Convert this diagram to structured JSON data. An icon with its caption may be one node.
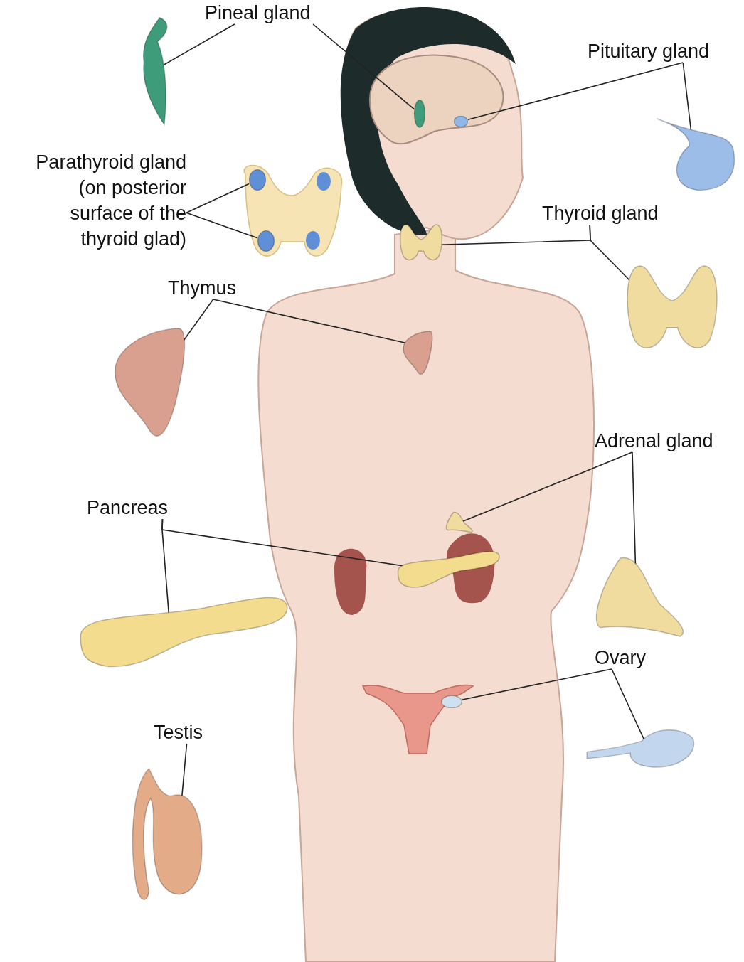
{
  "diagram": {
    "nodes": [
      {
        "text": [
          "Pineal gland"
        ]
      },
      {
        "text": [],
        "shape": "picture"
      },
      {
        "text": [],
        "shape": "circle"
      },
      {
        "text": [
          "Pituitary gland"
        ]
      },
      {
        "text": [],
        "shape": "circle"
      },
      {
        "text": [],
        "shape": "picture"
      },
      {
        "text": [
          "Parathyroid gland (on posterior surface of the thyroid glad)"
        ]
      },
      {
        "text": [],
        "shape": "circle"
      },
      {
        "text": [],
        "shape": "circle"
      },
      {
        "text": [
          "Thyroid gland"
        ]
      },
      {
        "text": [],
        "shape": "picture"
      },
      {
        "text": [],
        "shape": "picture"
      },
      {
        "text": [
          "Thymus"
        ]
      },
      {
        "text": [],
        "shape": "picture"
      },
      {
        "text": [],
        "shape": "picture"
      },
      {
        "text": [
          "Adrenal gland"
        ]
      },
      {
        "text": [],
        "shape": "picture"
      },
      {
        "text": [],
        "shape": "picture"
      },
      {
        "text": [
          "Pancreas"
        ]
      },
      {
        "text": [],
        "shape": "picture"
      },
      {
        "text": [],
        "shape": "picture"
      },
      {
        "text": [
          "Ovary"
        ]
      },
      {
        "text": [],
        "shape": "circle"
      },
      {
        "text": [],
        "shape": "picture"
      },
      {
        "text": [
          "Testis"
        ]
      },
      {
        "text": [],
        "shape": "picture"
      }
    ],
    "edges": [
      {
        "from": 0,
        "to": 1,
        "arrow": "none"
      },
      {
        "from": 0,
        "to": 2,
        "arrow": "none"
      },
      {
        "from": 3,
        "to": 4,
        "arrow": "none"
      },
      {
        "from": 3,
        "to": 5,
        "arrow": "none"
      },
      {
        "from": 6,
        "to": 7,
        "arrow": "none"
      },
      {
        "from": 6,
        "to": 8,
        "arrow": "none"
      },
      {
        "from": 9,
        "to": 10,
        "arrow": "none"
      },
      {
        "from": 9,
        "to": 11,
        "arrow": "none"
      },
      {
        "from": 12,
        "to": 13,
        "arrow": "none"
      },
      {
        "from": 12,
        "to": 14,
        "arrow": "none"
      },
      {
        "from": 15,
        "to": 16,
        "arrow": "none"
      },
      {
        "from": 15,
        "to": 17,
        "arrow": "none"
      },
      {
        "from": 18,
        "to": 19,
        "arrow": "none"
      },
      {
        "from": 18,
        "to": 20,
        "arrow": "none"
      },
      {
        "from": 21,
        "to": 22,
        "arrow": "none"
      },
      {
        "from": 21,
        "to": 23,
        "arrow": "none"
      },
      {
        "from": 24,
        "to": 25,
        "arrow": "none"
      }
    ]
  }
}
